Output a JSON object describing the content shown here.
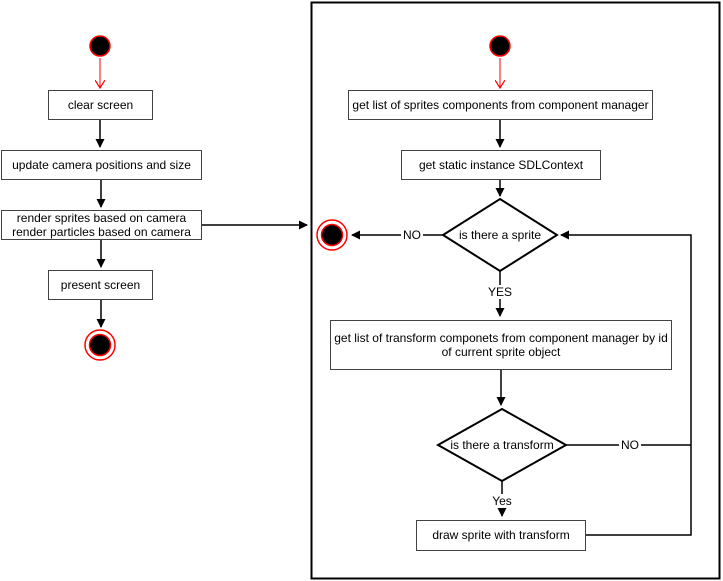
{
  "diagram": {
    "type": "uml-activity-flowchart",
    "left_flow": {
      "clear_screen": "clear screen",
      "update_camera": "update camera positions and size",
      "render_line1": "render sprites based on camera",
      "render_line2": "render particles based on camera",
      "present_screen": "present screen"
    },
    "right_flow": {
      "get_sprites_list": "get list of sprites components from component manager",
      "get_sdl_context": "get static instance SDLContext",
      "sprite_decision": "is there a sprite",
      "get_transform_line1": "get list of transform componets from component manager by id",
      "get_transform_line2": "of current sprite object",
      "transform_decision": "is there a transform",
      "draw_sprite": "draw sprite with transform"
    },
    "edge_labels": {
      "sprite_no": "NO",
      "sprite_yes": "YES",
      "transform_no": "NO",
      "transform_yes": "Yes"
    },
    "colors": {
      "background": "#ffffff",
      "shape_fill": "#ffffff",
      "shape_stroke": "#000000",
      "box_stroke": "#424242",
      "start_end_accent": "#ff0000",
      "text": "#000000"
    }
  }
}
